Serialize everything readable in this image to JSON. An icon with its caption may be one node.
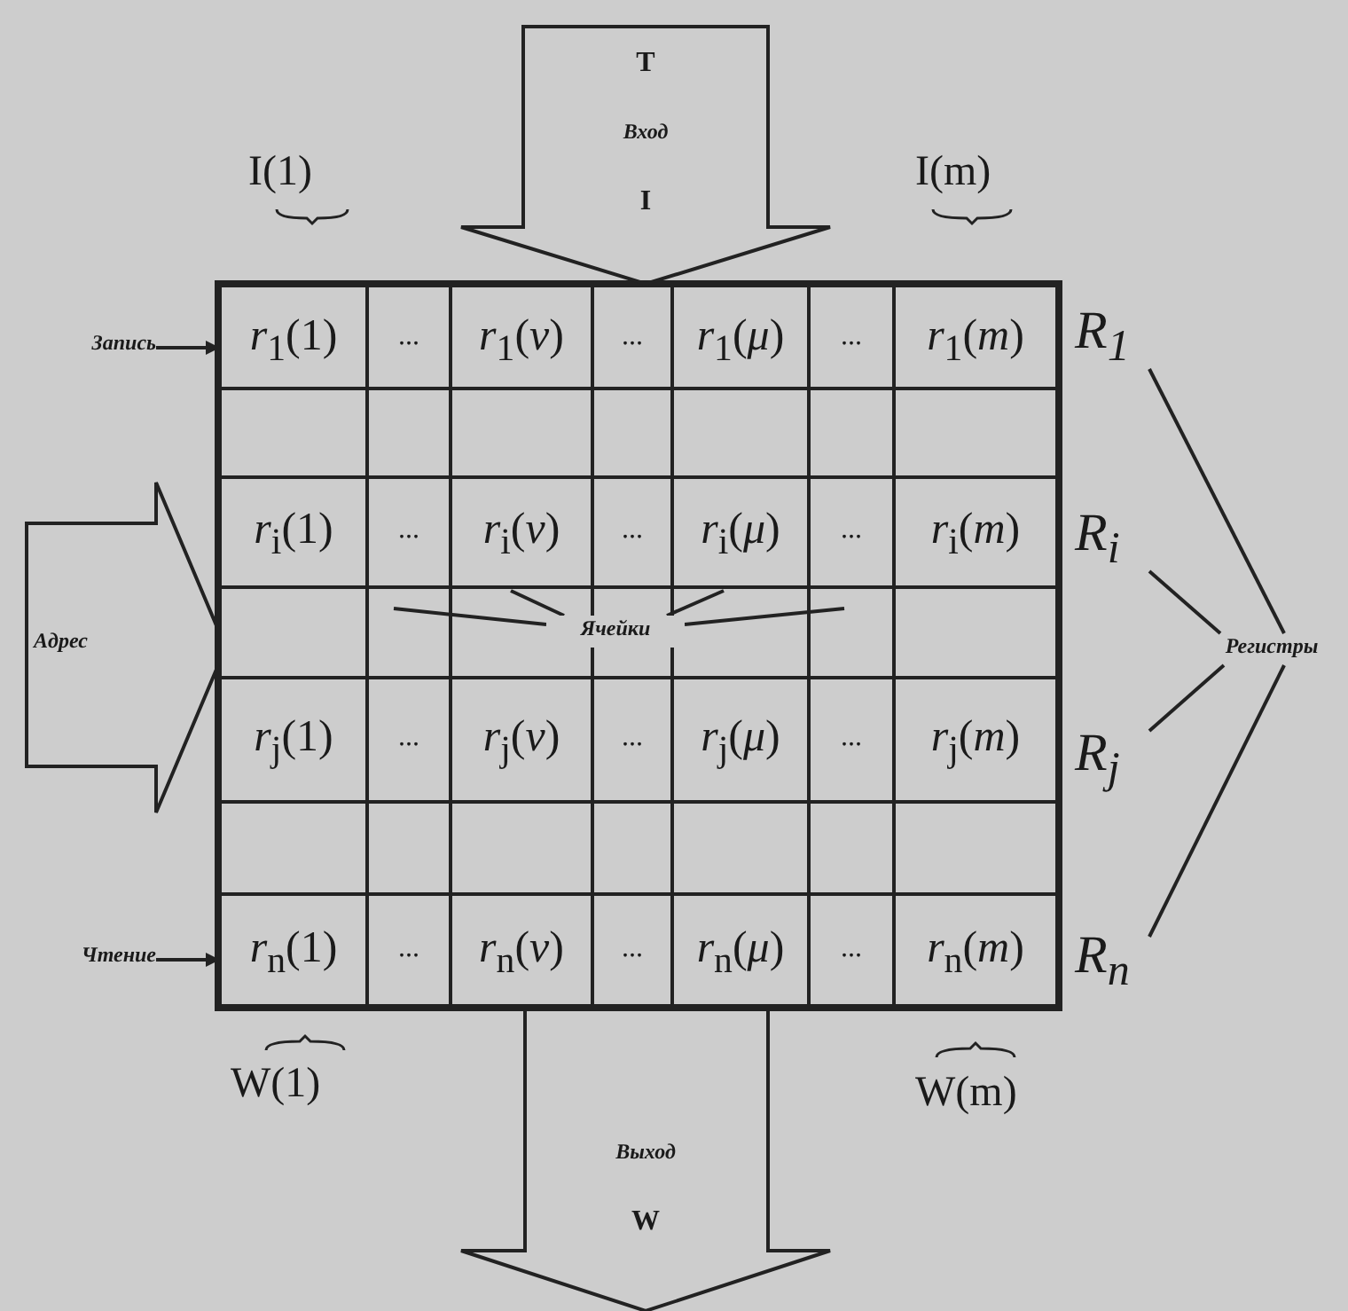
{
  "diagram": {
    "nodes": [
      {
        "text": [],
        "shape": "box"
      },
      {
        "text": [
          "Т",
          "Вход",
          "I"
        ]
      },
      {
        "text": [
          "Запись"
        ]
      },
      {
        "text": [
          "Адрес"
        ]
      },
      {
        "text": [
          "Ячейки"
        ],
        "in": 0
      },
      {
        "text": [
          "Чтение"
        ]
      },
      {
        "text": [
          "Выход",
          "W"
        ]
      },
      {
        "text": [
          "R$_{1}$"
        ]
      },
      {
        "text": [
          "R$_{i}$"
        ]
      },
      {
        "text": [
          "R$_{j}$"
        ]
      },
      {
        "text": [
          "R$_{n}$"
        ]
      },
      {
        "text": [
          "Регистры"
        ]
      }
    ],
    "edges": [
      {
        "from": 2,
        "to": 0,
        "arrow": "to"
      },
      {
        "from": 4,
        "to": 0,
        "arrow": "none"
      },
      {
        "from": 4,
        "to": 0,
        "arrow": "none"
      },
      {
        "from": 4,
        "to": 0,
        "arrow": "none"
      },
      {
        "from": 4,
        "to": 0,
        "arrow": "none"
      },
      {
        "from": 11,
        "to": 7,
        "arrow": "none"
      },
      {
        "from": 11,
        "to": 8,
        "arrow": "none"
      },
      {
        "from": 11,
        "to": 9,
        "arrow": "none"
      },
      {
        "from": 11,
        "to": 10,
        "arrow": "none"
      },
      {
        "from": 5,
        "to": 0,
        "arrow": "to"
      }
    ],
    "labels": [
      "I(1)",
      "I(m)",
      "*r*$_{1}$(1)",
      "...",
      "*r*$_{1}$(*ν*)",
      "...",
      "*r*$_{1}$(*μ*)",
      "...",
      "*r*$_{1}$(*m*)",
      "*r*$_{i}$(1)",
      "...",
      "*r*$_{i}$(*ν*)",
      "...",
      "*r*$_{i}$(*μ*)",
      "...",
      "*r*$_{i}$(*m*)",
      "*r*$_{j}$(1)",
      "...",
      "*r*$_{j}$(*ν*)",
      "...",
      "*r*$_{j}$(*μ*)",
      "...",
      "*r*$_{j}$(*m*)",
      "*r*$_{n}$(1)",
      "...",
      "*r*$_{n}$(*ν*)",
      "...",
      "*r*$_{n}$(*μ*)",
      "...",
      "*r*$_{n}$(*m*)",
      "W(1)",
      "W(m)"
    ]
  }
}
